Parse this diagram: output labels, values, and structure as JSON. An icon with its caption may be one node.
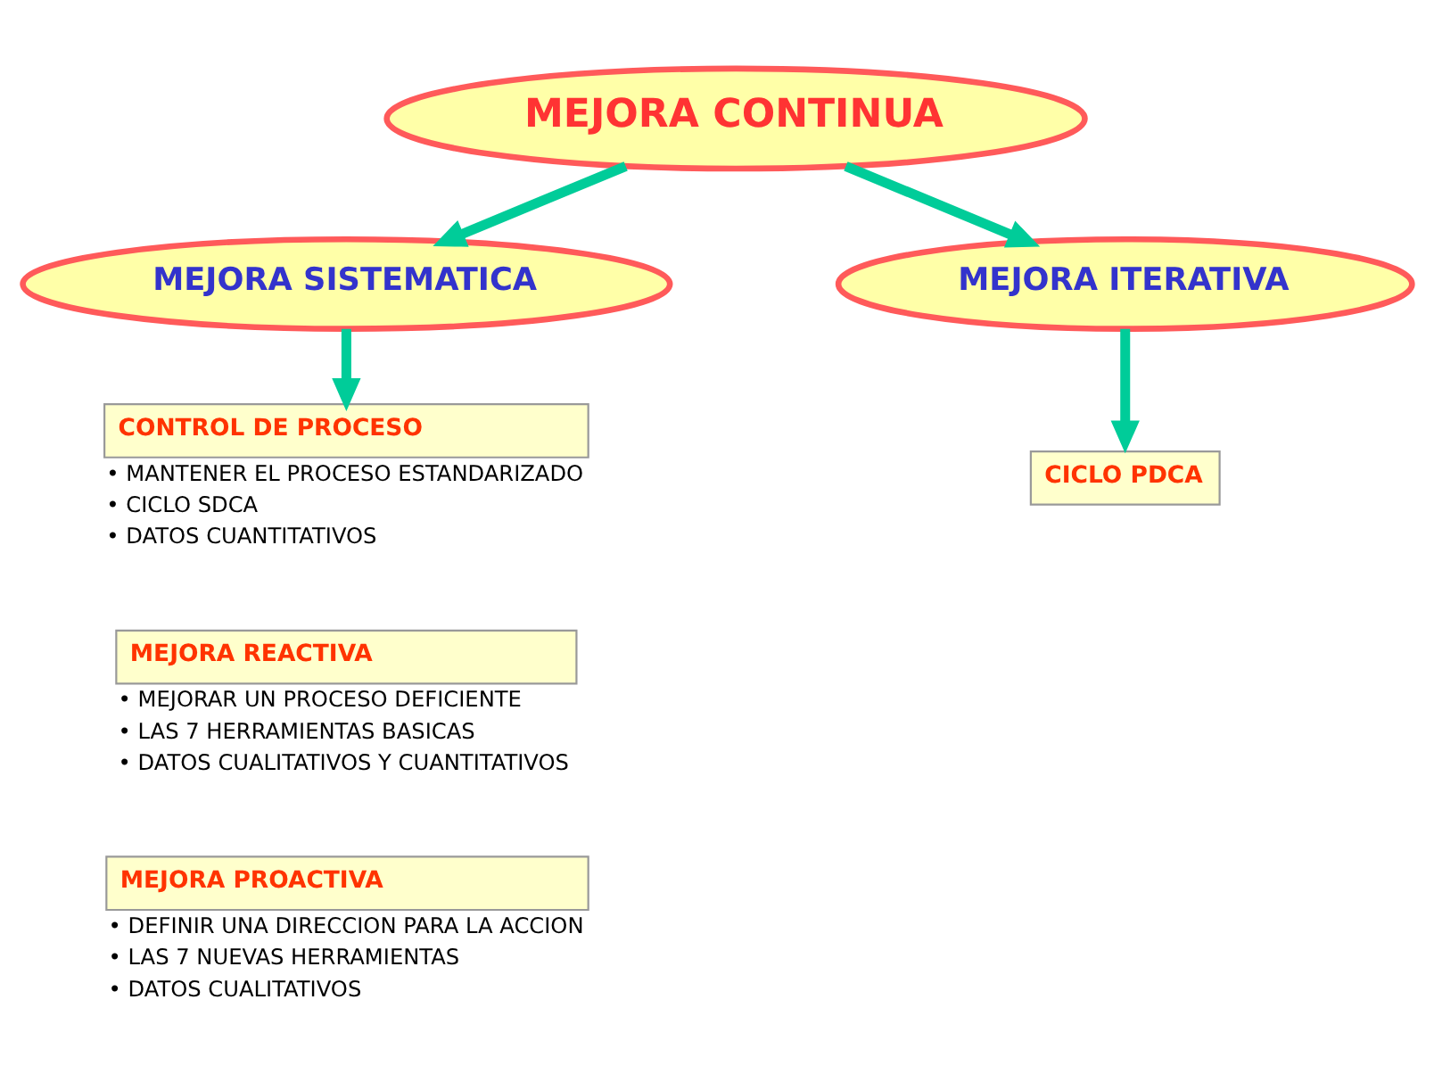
{
  "diagram": {
    "nodes": [
      {
        "text": [
          "MEJORA CONTINUA"
        ]
      },
      {
        "text": [
          "MEJORA SISTEMATICA"
        ]
      },
      {
        "text": [
          "MEJORA ITERATIVA"
        ]
      },
      {
        "text": [
          "CONTROL DE PROCESO"
        ],
        "beside": [
          "• MANTENER EL PROCESO ESTANDARIZADO",
          "• CICLO SDCA",
          "• DATOS CUANTITATIVOS"
        ]
      },
      {
        "text": [
          "MEJORA REACTIVA"
        ],
        "beside": [
          "• MEJORAR UN PROCESO DEFICIENTE",
          "• LAS 7 HERRAMIENTAS BASICAS",
          "• DATOS CUALITATIVOS Y CUANTITATIVOS"
        ]
      },
      {
        "text": [
          "MEJORA PROACTIVA"
        ],
        "beside": [
          "• DEFINIR UNA DIRECCION PARA LA ACCION",
          "• LAS 7 NUEVAS HERRAMIENTAS",
          "• DATOS CUALITATIVOS"
        ]
      },
      {
        "text": [
          "CICLO PDCA"
        ]
      }
    ],
    "edges": [
      {
        "from": 0,
        "to": 1,
        "arrow": "to"
      },
      {
        "from": 0,
        "to": 2,
        "arrow": "to"
      },
      {
        "from": 1,
        "to": 3,
        "arrow": "to"
      },
      {
        "from": 2,
        "to": 6,
        "arrow": "to"
      }
    ]
  }
}
